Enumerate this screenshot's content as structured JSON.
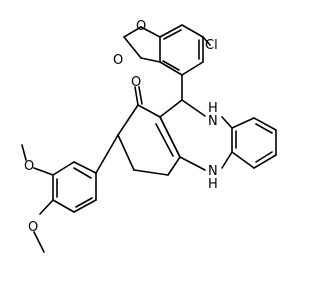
{
  "atom_labels": {
    "cl": "Cl",
    "o_diox_top": "O",
    "o_diox_bottom": "O",
    "o_ketone": "O",
    "nh_top": "H\nN",
    "nh_top_n": "N",
    "nh_top_h": "H",
    "nh_bottom_n": "N",
    "nh_bottom_h": "H",
    "o_methoxy_1": "O",
    "o_methoxy_2": "O"
  }
}
